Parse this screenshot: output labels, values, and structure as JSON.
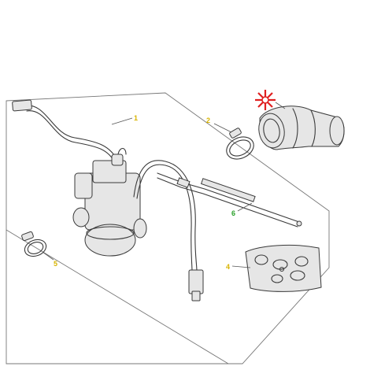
{
  "callouts": [
    {
      "id": "1",
      "label": "1",
      "color": "#d8b400"
    },
    {
      "id": "2",
      "label": "2",
      "color": "#d8b400"
    },
    {
      "id": "4",
      "label": "4",
      "color": "#d8b400"
    },
    {
      "id": "5",
      "label": "5",
      "color": "#d8b400"
    },
    {
      "id": "6",
      "label": "6",
      "color": "#2aa02a"
    }
  ],
  "colors": {
    "line": "#3a3a3a",
    "frame": "#777777",
    "marker": "#e02020"
  },
  "icons": [
    "red-cross-marker-icon"
  ]
}
